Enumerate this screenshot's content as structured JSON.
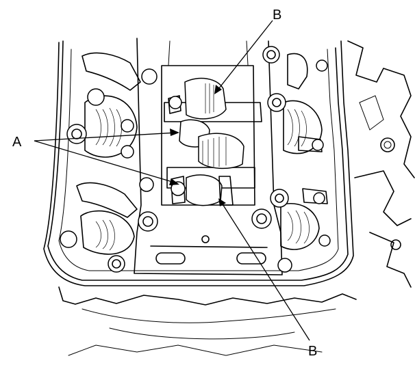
{
  "callouts": {
    "a": "A",
    "b_top": "B",
    "b_bottom": "B"
  }
}
